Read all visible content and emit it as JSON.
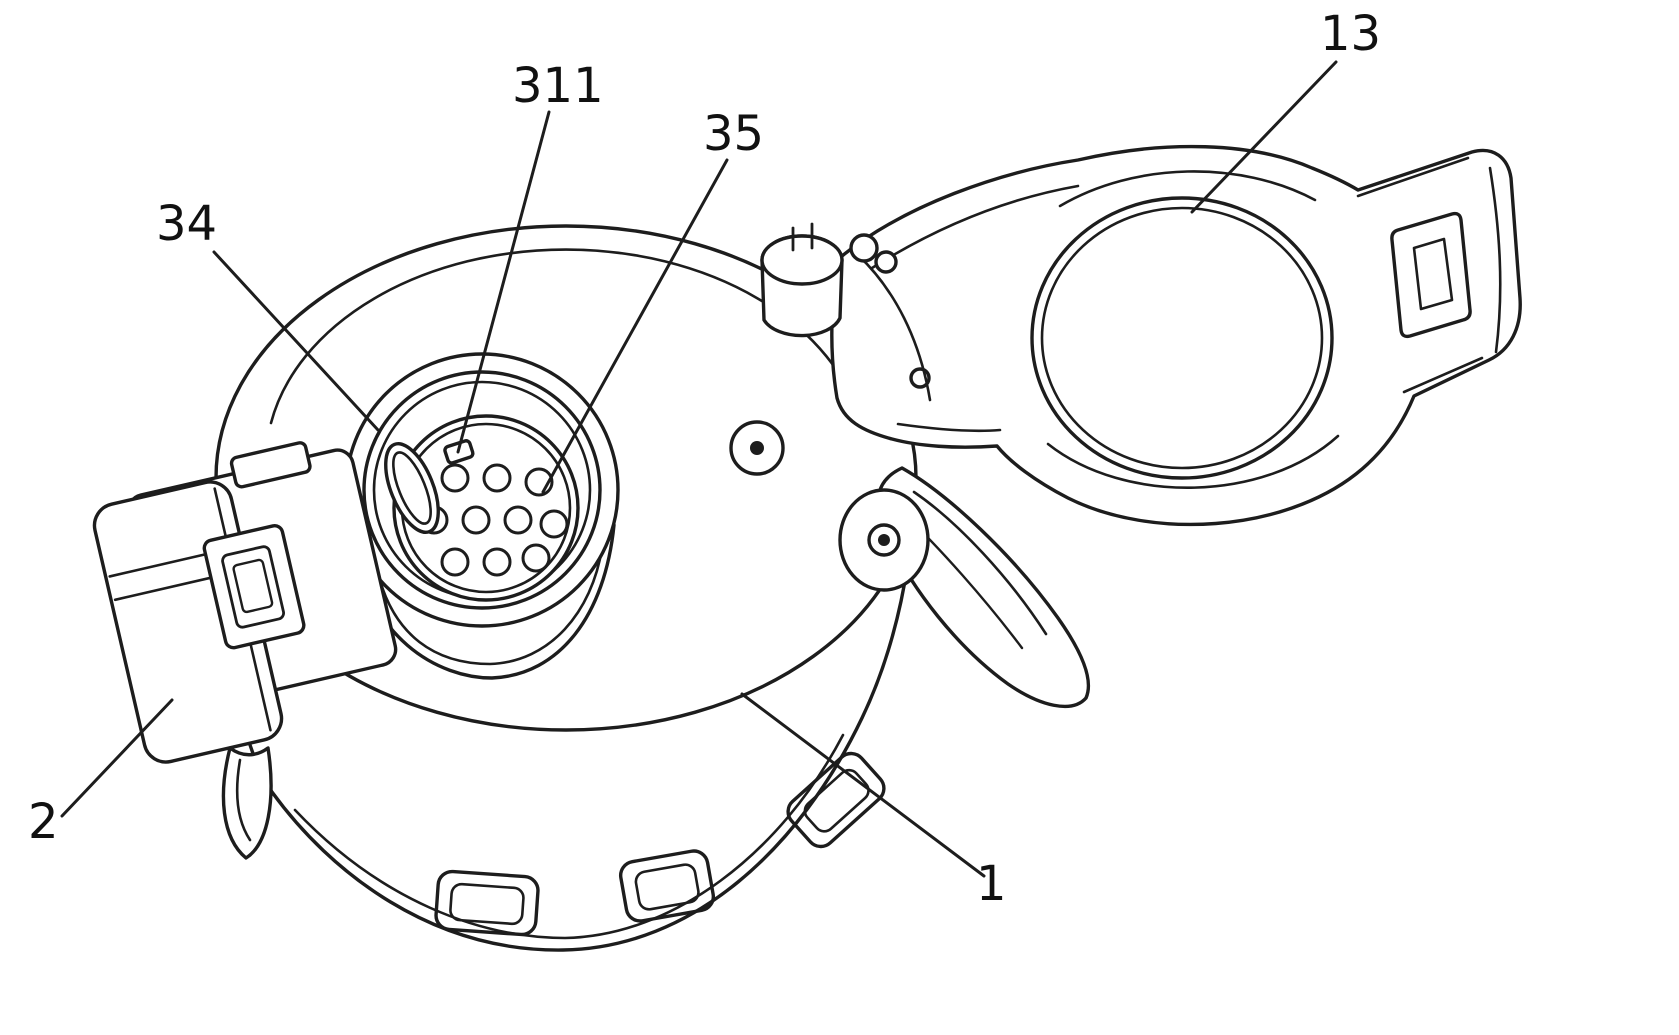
{
  "figure": {
    "kind": "patent-line-drawing",
    "background_color": "#ffffff",
    "line_color": "#1d1d1d"
  },
  "ref_labels": {
    "l311": "311",
    "l35": "35",
    "l34": "34",
    "l13": "13",
    "l2": "2",
    "l1": "1"
  }
}
